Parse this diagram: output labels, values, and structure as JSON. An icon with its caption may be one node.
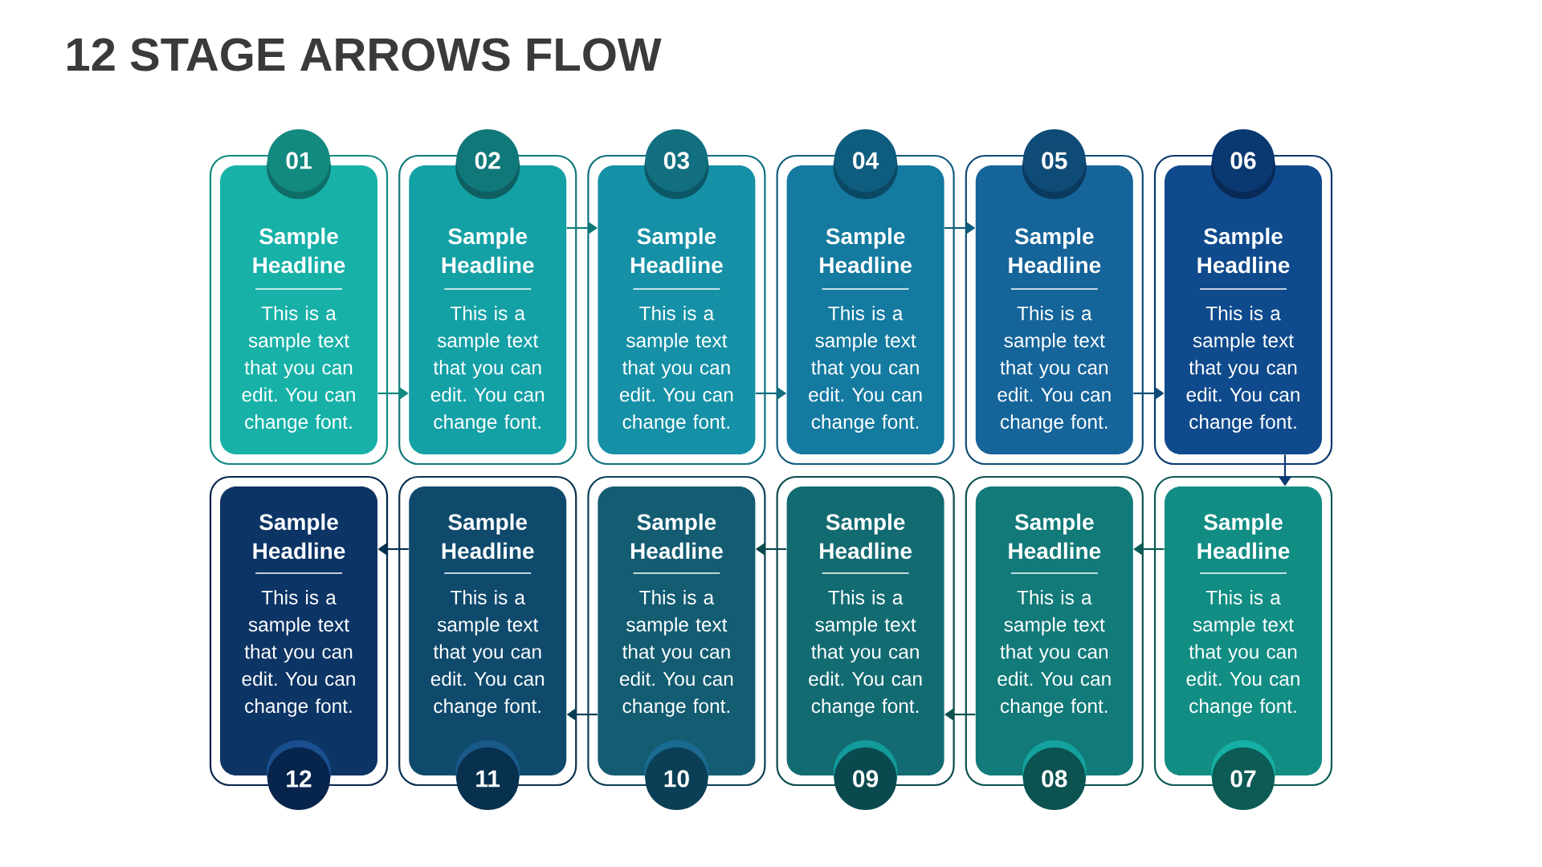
{
  "diagram": {
    "title": "12 STAGE ARROWS FLOW",
    "nodes": [
      {
        "text": [
          "01",
          "Sample Headline",
          "This is a sample text that you can edit. You can change font."
        ]
      },
      {
        "text": [
          "02",
          "Sample Headline",
          "This is a sample text that you can edit. You can change font."
        ]
      },
      {
        "text": [
          "03",
          "Sample Headline",
          "This is a sample text that you can edit. You can change font."
        ]
      },
      {
        "text": [
          "04",
          "Sample Headline",
          "This is a sample text that you can edit. You can change font."
        ]
      },
      {
        "text": [
          "05",
          "Sample Headline",
          "This is a sample text that you can edit. You can change font."
        ]
      },
      {
        "text": [
          "06",
          "Sample Headline",
          "This is a sample text that you can edit. You can change font."
        ]
      },
      {
        "text": [
          "Sample Headline",
          "This is a sample text that you can edit. You can change font.",
          "07"
        ]
      },
      {
        "text": [
          "Sample Headline",
          "This is a sample text that you can edit. You can change font.",
          "08"
        ]
      },
      {
        "text": [
          "Sample Headline",
          "This is a sample text that you can edit. You can change font.",
          "09"
        ]
      },
      {
        "text": [
          "Sample Headline",
          "This is a sample text that you can edit. You can change font.",
          "10"
        ]
      },
      {
        "text": [
          "Sample Headline",
          "This is a sample text that you can edit. You can change font.",
          "11"
        ]
      },
      {
        "text": [
          "Sample Headline",
          "This is a sample text that you can edit. You can change font.",
          "12"
        ]
      }
    ],
    "edges": [
      {
        "from": 0,
        "to": 1,
        "arrow": "to"
      },
      {
        "from": 1,
        "to": 2,
        "arrow": "to"
      },
      {
        "from": 2,
        "to": 3,
        "arrow": "to"
      },
      {
        "from": 3,
        "to": 4,
        "arrow": "to"
      },
      {
        "from": 4,
        "to": 5,
        "arrow": "to"
      },
      {
        "from": 5,
        "to": 6,
        "arrow": "to"
      },
      {
        "from": 6,
        "to": 7,
        "arrow": "to"
      },
      {
        "from": 7,
        "to": 8,
        "arrow": "to"
      },
      {
        "from": 8,
        "to": 9,
        "arrow": "to"
      },
      {
        "from": 9,
        "to": 10,
        "arrow": "to"
      },
      {
        "from": 10,
        "to": 11,
        "arrow": "to"
      }
    ]
  }
}
